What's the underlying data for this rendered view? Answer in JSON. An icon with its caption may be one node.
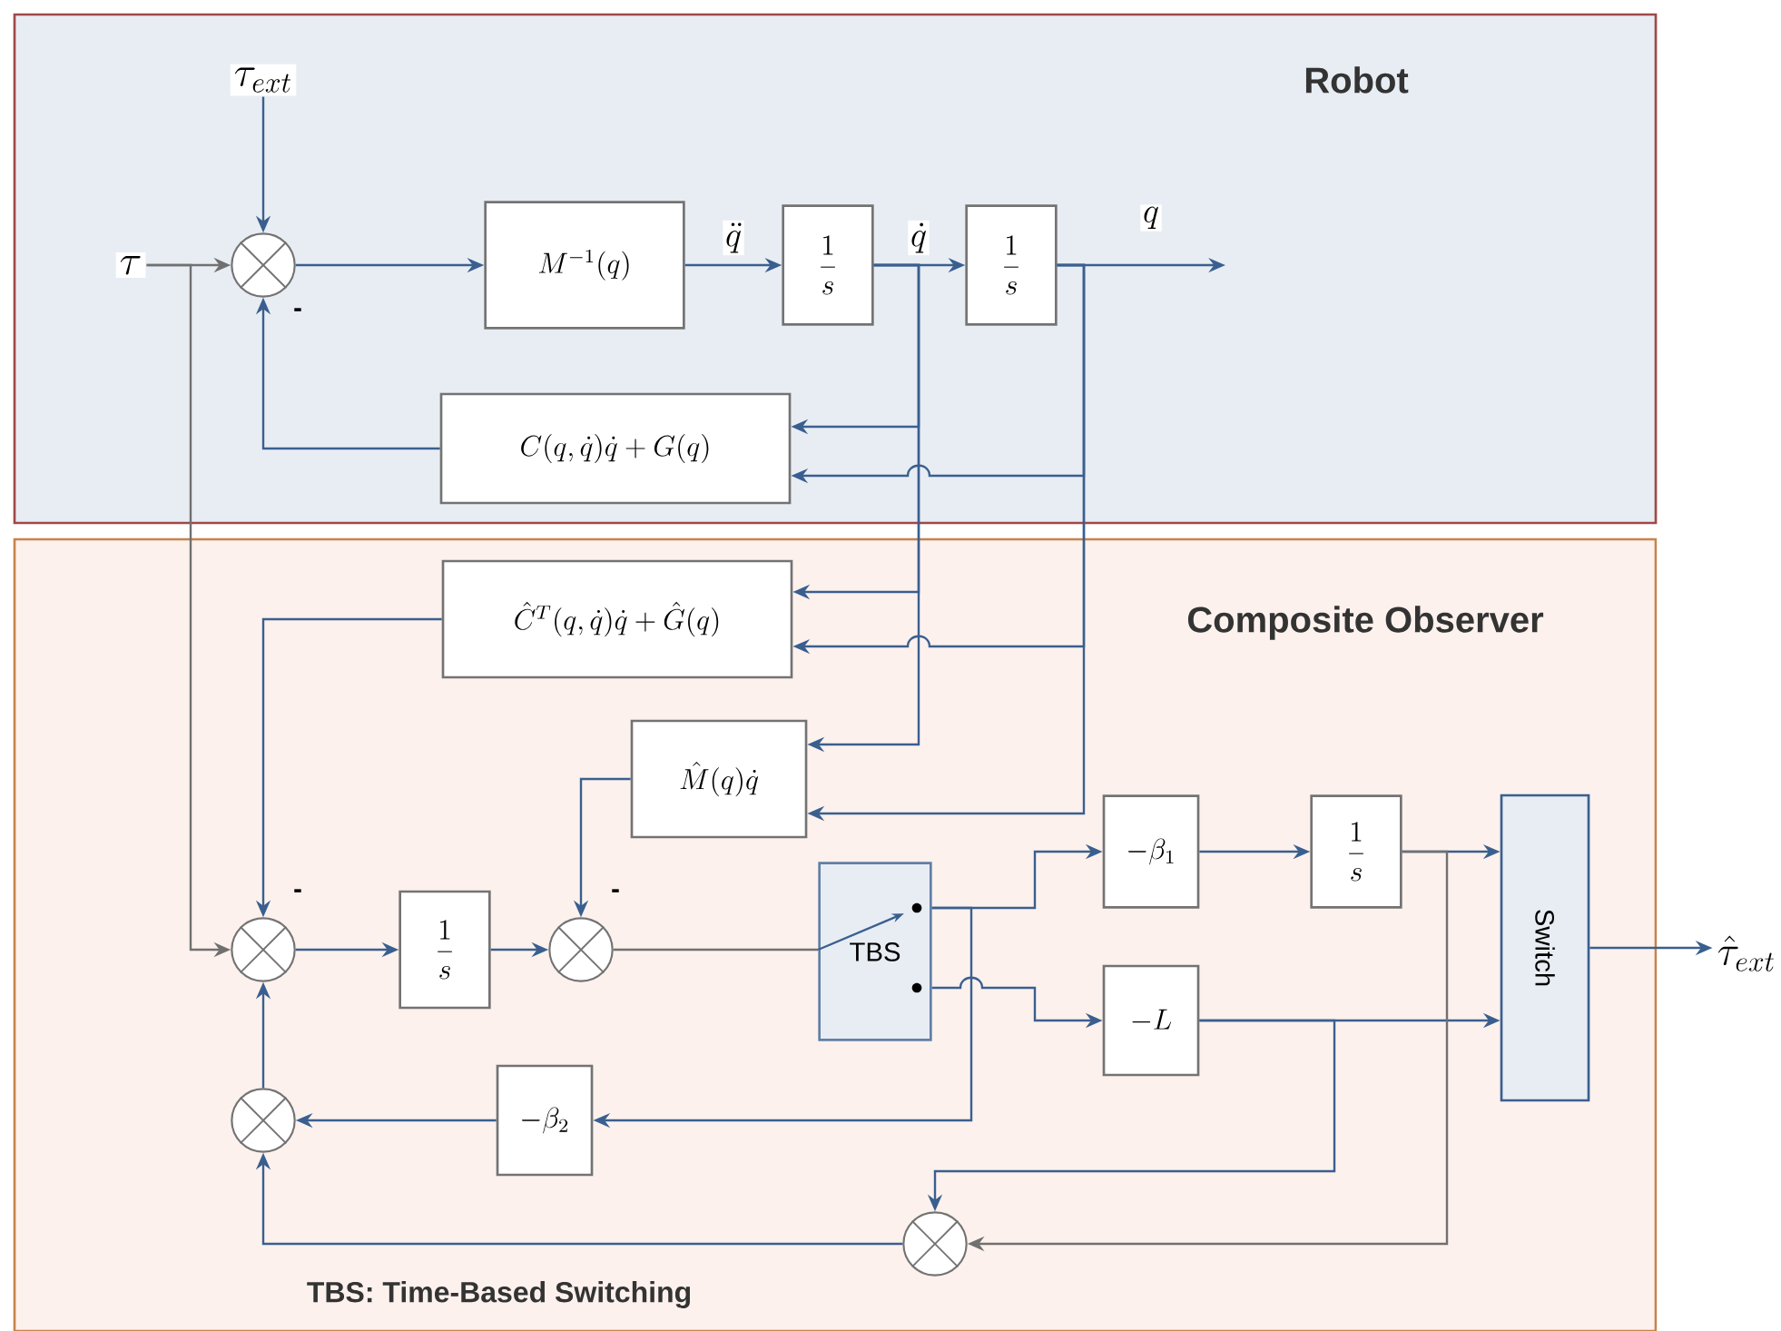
{
  "diagram": {
    "nodes": [
      {
        "text": [
          "Robot"
        ]
      },
      {
        "text": [
          "Composite Observer"
        ]
      },
      {
        "text": [
          "\\tau_{ext}"
        ],
        "in": 0
      },
      {
        "text": [
          "\\tau"
        ],
        "in": 0
      },
      {
        "text": [],
        "shape": "circle",
        "in": 0
      },
      {
        "text": [
          "M^{-1}(q)"
        ],
        "in": 0
      },
      {
        "text": [
          "\\frac{1}{s}"
        ],
        "in": 0
      },
      {
        "text": [
          "\\frac{1}{s}"
        ],
        "in": 0
      },
      {
        "text": [
          "C(q,\\dot{q})\\dot{q}+G(q)"
        ],
        "in": 0
      },
      {
        "text": [
          "\\hat{C}^{T}(q,\\dot{q})\\dot{q}+\\hat{G}(q)"
        ],
        "in": 1
      },
      {
        "text": [
          "\\hat{M}(q)\\dot{q}"
        ],
        "in": 1
      },
      {
        "text": [],
        "shape": "circle",
        "in": 1
      },
      {
        "text": [
          "\\frac{1}{s}"
        ],
        "in": 1
      },
      {
        "text": [],
        "shape": "circle",
        "in": 1
      },
      {
        "text": [
          "TBS"
        ],
        "in": 1
      },
      {
        "text": [
          "-\\beta_1"
        ],
        "in": 1
      },
      {
        "text": [
          "\\frac{1}{s}"
        ],
        "in": 1
      },
      {
        "text": [
          "-L"
        ],
        "in": 1
      },
      {
        "text": [
          "Switch"
        ],
        "in": 1
      },
      {
        "text": [],
        "shape": "circle",
        "in": 1
      },
      {
        "text": [
          "-\\beta_2"
        ],
        "in": 1
      },
      {
        "text": [],
        "shape": "circle",
        "in": 1
      },
      {
        "text": [
          "\\hat{\\tau}_{ext}"
        ]
      }
    ],
    "edges": [
      {
        "from": 2,
        "to": 4,
        "arrow": "to"
      },
      {
        "from": 3,
        "to": 4,
        "arrow": "to",
        "color": "#707070"
      },
      {
        "from": 3,
        "to": 11,
        "arrow": "to",
        "color": "#707070"
      },
      {
        "from": 4,
        "to": 5,
        "arrow": "to"
      },
      {
        "from": 5,
        "to": 6,
        "arrow": "to",
        "label": "\\ddot{q}"
      },
      {
        "from": 6,
        "to": 7,
        "arrow": "to",
        "label": "\\dot{q}"
      },
      {
        "from": 7,
        "to": null,
        "arrow": "to",
        "label": "q"
      },
      {
        "from": 6,
        "to": 8,
        "arrow": "to"
      },
      {
        "from": 7,
        "to": 8,
        "arrow": "to"
      },
      {
        "from": 6,
        "to": 9,
        "arrow": "to"
      },
      {
        "from": 7,
        "to": 9,
        "arrow": "to"
      },
      {
        "from": 6,
        "to": 10,
        "arrow": "to"
      },
      {
        "from": 7,
        "to": 10,
        "arrow": "to"
      },
      {
        "from": 8,
        "to": 4,
        "arrow": "to"
      },
      {
        "from": 9,
        "to": 11,
        "arrow": "to"
      },
      {
        "from": 11,
        "to": 12,
        "arrow": "to"
      },
      {
        "from": 12,
        "to": 13,
        "arrow": "to"
      },
      {
        "from": 10,
        "to": 13,
        "arrow": "to"
      },
      {
        "from": 13,
        "to": 14,
        "arrow": "none",
        "color": "#707070"
      },
      {
        "from": 14,
        "to": 15,
        "arrow": "to"
      },
      {
        "from": 14,
        "to": 17,
        "arrow": "to"
      },
      {
        "from": 14,
        "to": 20,
        "arrow": "to"
      },
      {
        "from": 15,
        "to": 16,
        "arrow": "to"
      },
      {
        "from": 16,
        "to": 18,
        "arrow": "to"
      },
      {
        "from": 17,
        "to": 18,
        "arrow": "to"
      },
      {
        "from": 17,
        "to": 21,
        "arrow": "to"
      },
      {
        "from": 16,
        "to": 21,
        "arrow": "to",
        "color": "#707070"
      },
      {
        "from": 21,
        "to": 19,
        "arrow": "to"
      },
      {
        "from": 20,
        "to": 19,
        "arrow": "to"
      },
      {
        "from": 19,
        "to": 11,
        "arrow": "to"
      },
      {
        "from": 18,
        "to": 22,
        "arrow": "to"
      }
    ],
    "labels": [
      "-",
      "-",
      "-",
      "TBS: Time-Based Switching"
    ]
  }
}
